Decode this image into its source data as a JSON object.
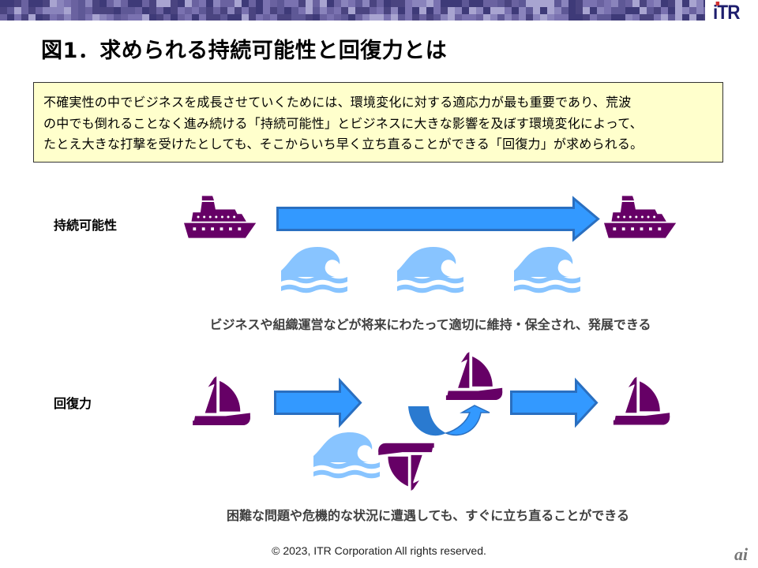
{
  "header": {
    "logo_text": "iTR"
  },
  "title": "図1．求められる持続可能性と回復力とは",
  "summary_lines": [
    "不確実性の中でビジネスを成長させていくためには、環境変化に対する適応力が最も重要であり、荒波",
    "の中でも倒れることなく進み続ける「持続可能性」とビジネスに大きな影響を及ぼす環境変化によって、",
    "たとえ大きな打撃を受けたとしても、そこからいち早く立ち直ることができる「回復力」が求められる。"
  ],
  "sustainability": {
    "label": "持続可能性",
    "caption": "ビジネスや組織運営などが将来にわたって適切に維持・保全され、発展できる",
    "icons": [
      "ship-icon",
      "right-arrow-icon",
      "ship-icon",
      "wave-icon",
      "wave-icon",
      "wave-icon"
    ]
  },
  "resilience": {
    "label": "回復力",
    "caption": "困難な問題や危機的な状況に遭遇しても、すぐに立ち直ることができる",
    "icons": [
      "sailboat-icon",
      "right-arrow-icon",
      "wave-icon",
      "capsized-sailboat-icon",
      "u-turn-arrow-icon",
      "sailboat-icon",
      "right-arrow-icon",
      "sailboat-icon"
    ]
  },
  "colors": {
    "icon_purple": "#660066",
    "arrow_blue": "#3399ff",
    "arrow_border": "#2a6fc0",
    "wave_blue": "#88c4ff",
    "box_fill": "#ffffcc"
  },
  "footer": {
    "copyright": "© 2023, ITR  Corporation  All rights reserved.",
    "watermark": "ai"
  }
}
